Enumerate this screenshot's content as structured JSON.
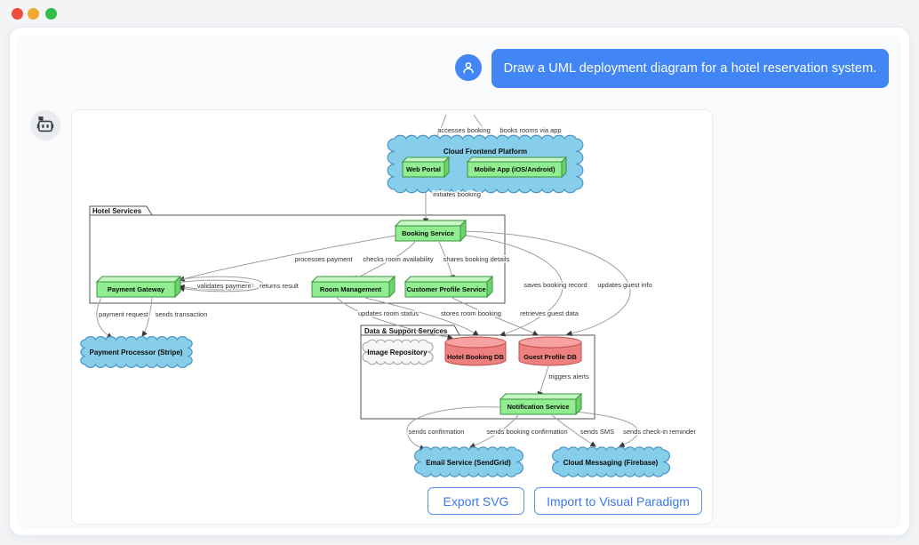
{
  "window": {
    "controls": [
      {
        "name": "close",
        "color": "#ec4d3d"
      },
      {
        "name": "minimize",
        "color": "#f0a832"
      },
      {
        "name": "maximize",
        "color": "#32bd48"
      }
    ]
  },
  "chat": {
    "user_message": "Draw a UML deployment diagram for a hotel reservation system.",
    "user_avatar_icon": "person-icon",
    "bot_avatar_icon": "robot-icon"
  },
  "buttons": {
    "export_svg": "Export SVG",
    "import_vp": "Import to Visual Paradigm"
  },
  "diagram": {
    "packages": {
      "hotel": "Hotel Services",
      "data": "Data & Support Services"
    },
    "clouds": {
      "frontend_title": "Cloud Frontend Platform",
      "stripe": "Payment Processor (Stripe)",
      "image_repo": "Image Repository",
      "email": "Email Service (SendGrid)",
      "firebase": "Cloud Messaging (Firebase)"
    },
    "nodes": {
      "web_portal": "Web Portal",
      "mobile_app": "Mobile App (iOS/Android)",
      "booking": "Booking Service",
      "payment_gw": "Payment Gateway",
      "room_mgmt": "Room Management",
      "customer_profile": "Customer Profile Service",
      "notification": "Notification Service"
    },
    "databases": {
      "hotel_db": "Hotel Booking DB",
      "guest_db": "Guest Profile DB"
    },
    "edge_labels": {
      "accesses_booking": "accesses booking",
      "books_rooms": "books rooms via app",
      "initiates_booking": "initiates booking",
      "processes_payment": "processes payment",
      "checks_room": "checks room availability",
      "shares_details": "shares booking details",
      "validates_payment": "validates payment",
      "returns_result": "returns result",
      "payment_request": "payment request",
      "sends_transaction": "sends transaction",
      "updates_room_status": "updates room status",
      "stores_room_booking": "stores room booking",
      "retrieves_guest": "retrieves guest data",
      "saves_booking": "saves booking record",
      "updates_guest": "updates guest info",
      "triggers_alerts": "triggers alerts",
      "sends_confirmation": "sends confirmation",
      "sends_booking_conf": "sends booking confirmation",
      "sends_sms": "sends SMS",
      "sends_checkin": "sends check-in reminder"
    },
    "colors": {
      "node_fill": "#90ee90",
      "node_stroke": "#3d9140",
      "cloud_fill": "#87ceeb",
      "db_fill": "#ef8080",
      "accent_blue": "#4285f4"
    }
  }
}
